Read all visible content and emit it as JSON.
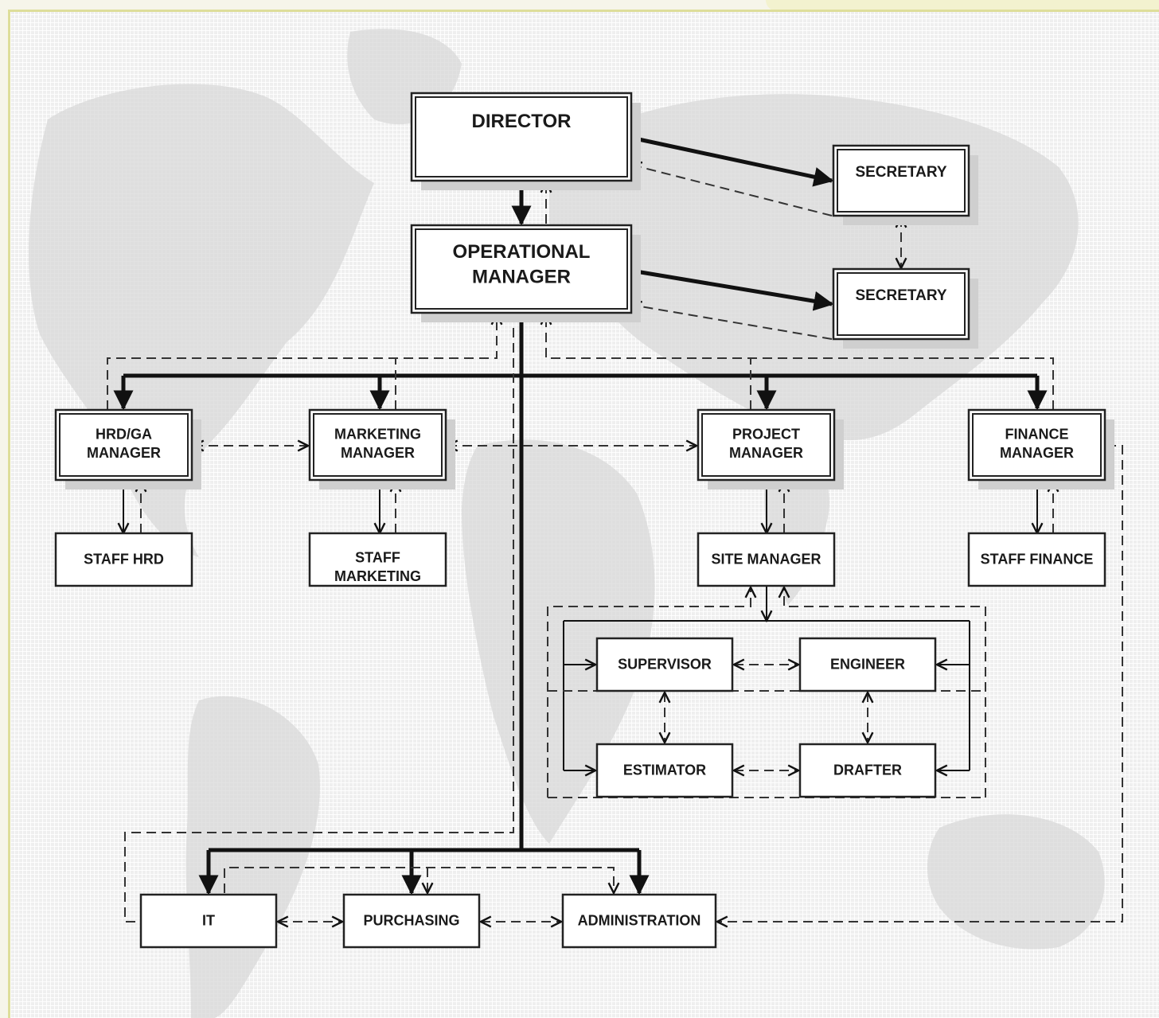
{
  "diagram": {
    "nodes": [
      {
        "id": "director",
        "lines": [
          "DIRECTOR"
        ],
        "style": "double"
      },
      {
        "id": "secretary-1",
        "lines": [
          "SECRETARY"
        ],
        "style": "double"
      },
      {
        "id": "operational-manager",
        "lines": [
          "OPERATIONAL",
          "MANAGER"
        ],
        "style": "double"
      },
      {
        "id": "secretary-2",
        "lines": [
          "SECRETARY"
        ],
        "style": "double"
      },
      {
        "id": "hrd-ga-manager",
        "lines": [
          "HRD/GA",
          "MANAGER"
        ],
        "style": "double"
      },
      {
        "id": "marketing-manager",
        "lines": [
          "MARKETING",
          "MANAGER"
        ],
        "style": "double"
      },
      {
        "id": "project-manager",
        "lines": [
          "PROJECT",
          "MANAGER"
        ],
        "style": "double"
      },
      {
        "id": "finance-manager",
        "lines": [
          "FINANCE",
          "MANAGER"
        ],
        "style": "double"
      },
      {
        "id": "staff-hrd",
        "lines": [
          "STAFF HRD"
        ],
        "style": "single"
      },
      {
        "id": "staff-marketing",
        "lines": [
          "STAFF",
          "MARKETING"
        ],
        "style": "single"
      },
      {
        "id": "site-manager",
        "lines": [
          "SITE MANAGER"
        ],
        "style": "single"
      },
      {
        "id": "staff-finance",
        "lines": [
          "STAFF FINANCE"
        ],
        "style": "single"
      },
      {
        "id": "supervisor",
        "lines": [
          "SUPERVISOR"
        ],
        "style": "single"
      },
      {
        "id": "engineer",
        "lines": [
          "ENGINEER"
        ],
        "style": "single"
      },
      {
        "id": "estimator",
        "lines": [
          "ESTIMATOR"
        ],
        "style": "single"
      },
      {
        "id": "drafter",
        "lines": [
          "DRAFTER"
        ],
        "style": "single"
      },
      {
        "id": "it",
        "lines": [
          "IT"
        ],
        "style": "single"
      },
      {
        "id": "purchasing",
        "lines": [
          "PURCHASING"
        ],
        "style": "single"
      },
      {
        "id": "administration",
        "lines": [
          "ADMINISTRATION"
        ],
        "style": "single"
      }
    ],
    "edges": [
      {
        "from": "director",
        "to": "secretary-1",
        "kind": "command"
      },
      {
        "from": "secretary-1",
        "to": "director",
        "kind": "report"
      },
      {
        "from": "director",
        "to": "operational-manager",
        "kind": "command"
      },
      {
        "from": "operational-manager",
        "to": "director",
        "kind": "report"
      },
      {
        "from": "operational-manager",
        "to": "secretary-2",
        "kind": "command"
      },
      {
        "from": "secretary-2",
        "to": "operational-manager",
        "kind": "report"
      },
      {
        "from": "secretary-1",
        "to": "secretary-2",
        "kind": "coordination"
      },
      {
        "from": "operational-manager",
        "to": "hrd-ga-manager",
        "kind": "command"
      },
      {
        "from": "operational-manager",
        "to": "marketing-manager",
        "kind": "command"
      },
      {
        "from": "operational-manager",
        "to": "project-manager",
        "kind": "command"
      },
      {
        "from": "operational-manager",
        "to": "finance-manager",
        "kind": "command"
      },
      {
        "from": "operational-manager",
        "to": "it",
        "kind": "command"
      },
      {
        "from": "operational-manager",
        "to": "purchasing",
        "kind": "command"
      },
      {
        "from": "operational-manager",
        "to": "administration",
        "kind": "command"
      },
      {
        "from": "hrd-ga-manager",
        "to": "operational-manager",
        "kind": "report"
      },
      {
        "from": "finance-manager",
        "to": "operational-manager",
        "kind": "report"
      },
      {
        "from": "hrd-ga-manager",
        "to": "marketing-manager",
        "kind": "coordination"
      },
      {
        "from": "marketing-manager",
        "to": "project-manager",
        "kind": "coordination"
      },
      {
        "from": "hrd-ga-manager",
        "to": "staff-hrd",
        "kind": "command"
      },
      {
        "from": "staff-hrd",
        "to": "hrd-ga-manager",
        "kind": "report"
      },
      {
        "from": "marketing-manager",
        "to": "staff-marketing",
        "kind": "command"
      },
      {
        "from": "staff-marketing",
        "to": "marketing-manager",
        "kind": "report"
      },
      {
        "from": "project-manager",
        "to": "site-manager",
        "kind": "command"
      },
      {
        "from": "site-manager",
        "to": "project-manager",
        "kind": "report"
      },
      {
        "from": "finance-manager",
        "to": "staff-finance",
        "kind": "command"
      },
      {
        "from": "staff-finance",
        "to": "finance-manager",
        "kind": "report"
      },
      {
        "from": "site-manager",
        "to": "supervisor",
        "kind": "command"
      },
      {
        "from": "site-manager",
        "to": "engineer",
        "kind": "command"
      },
      {
        "from": "site-manager",
        "to": "estimator",
        "kind": "command"
      },
      {
        "from": "site-manager",
        "to": "drafter",
        "kind": "command"
      },
      {
        "from": "supervisor",
        "to": "engineer",
        "kind": "coordination"
      },
      {
        "from": "supervisor",
        "to": "estimator",
        "kind": "coordination"
      },
      {
        "from": "engineer",
        "to": "drafter",
        "kind": "coordination"
      },
      {
        "from": "estimator",
        "to": "drafter",
        "kind": "coordination"
      },
      {
        "from": "it",
        "to": "purchasing",
        "kind": "coordination"
      },
      {
        "from": "purchasing",
        "to": "administration",
        "kind": "coordination"
      },
      {
        "from": "finance-manager",
        "to": "administration",
        "kind": "coordination"
      }
    ],
    "colors": {
      "line": "#111111",
      "box_fill": "#ffffff",
      "background": "#efefef",
      "map": "#d8d8d8",
      "frame": "#dede9a"
    }
  }
}
